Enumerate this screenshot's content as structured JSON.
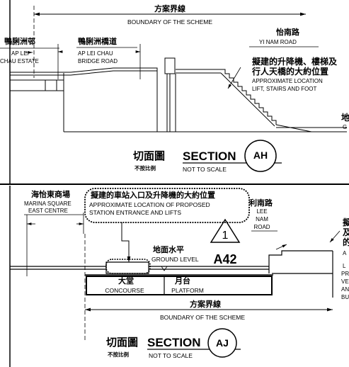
{
  "top": {
    "boundary_zh": "方案界線",
    "boundary_en": "BOUNDARY OF THE SCHEME",
    "yi_nam_zh": "怡南路",
    "yi_nam_en": "YI NAM ROAD",
    "ap_lei_estate_zh": "鴨脷洲邨",
    "ap_lei_estate_en1": "AP LEI",
    "ap_lei_estate_en2": "CHAU ESTATE",
    "bridge_road_zh": "鴨脷洲橋道",
    "bridge_road_en1": "AP LEI CHAU",
    "bridge_road_en2": "BRIDGE ROAD",
    "lift_zh1": "擬建的升降機、樓梯及",
    "lift_zh2": "行人天橋的大約位置",
    "lift_en1": "APPROXIMATE LOCATION",
    "lift_en2": "LIFT, STAIRS AND FOOT",
    "ground_zh": "地",
    "ground_en": "G",
    "section_zh": "切面圖",
    "section_scale_zh": "不按比例",
    "section_label": "SECTION",
    "section_not_to_scale": "NOT TO SCALE",
    "section_id": "AH"
  },
  "bottom": {
    "marina_zh": "海怡東商場",
    "marina_en1": "MARINA SQUARE",
    "marina_en2": "EAST CENTRE",
    "station_zh": "擬建的車站入口及升降機的大約位置",
    "station_en1": "APPROXIMATE LOCATION OF PROPOSED",
    "station_en2": "STATION ENTRANCE AND LIFTS",
    "lee_nam_zh": "利南路",
    "lee_nam_en1": "LEE",
    "lee_nam_en2": "NAM",
    "lee_nam_en3": "ROAD",
    "triangle_num": "1",
    "ref_code": "A42",
    "ground_zh": "地面水平",
    "ground_en": "GROUND LEVEL",
    "concourse_zh": "大堂",
    "concourse_en": "CONCOURSE",
    "platform_zh": "月台",
    "platform_en": "PLATFORM",
    "boundary_zh": "方案界線",
    "boundary_en": "BOUNDARY OF THE SCHEME",
    "right_zh1": "擬",
    "right_zh2": "及",
    "right_zh3": "的",
    "right_en": [
      "A",
      "L",
      "PR",
      "VE",
      "AN",
      "BU"
    ],
    "section_zh": "切面圖",
    "section_scale_zh": "不按比例",
    "section_label": "SECTION",
    "section_not_to_scale": "NOT TO SCALE",
    "section_id": "AJ"
  }
}
